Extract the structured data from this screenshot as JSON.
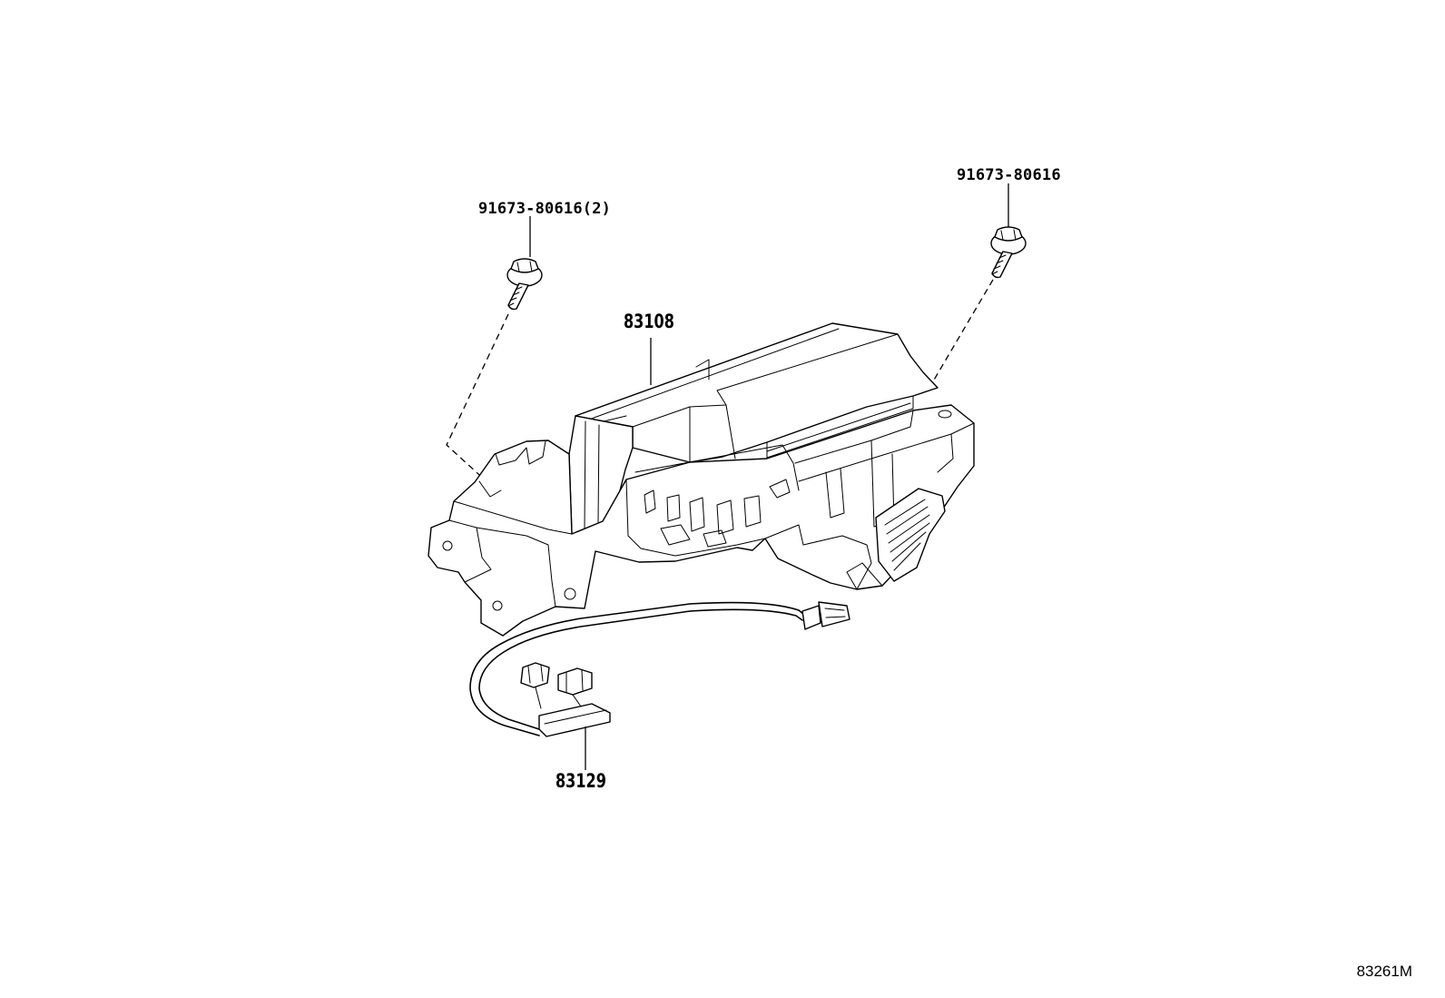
{
  "callouts": {
    "left_bolt": "91673-80616(2)",
    "right_bolt": "91673-80616",
    "bracket": "83108",
    "harness": "83129"
  },
  "reference_code": "83261M",
  "colors": {
    "background": "#ffffff",
    "ink": "#000000"
  }
}
